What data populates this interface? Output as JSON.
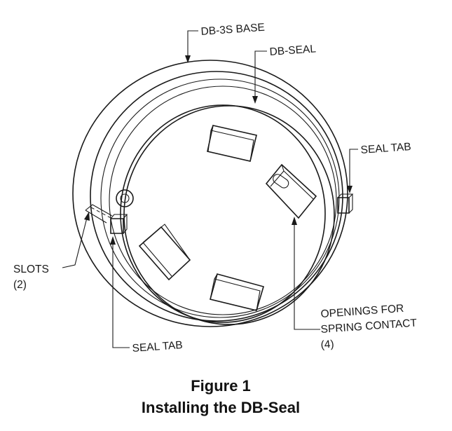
{
  "labels": {
    "base": "DB-3S BASE",
    "seal": "DB-SEAL",
    "seal_tab_right": "SEAL TAB",
    "slots_line1": "SLOTS",
    "slots_line2": "(2)",
    "openings_line1": "OPENINGS FOR",
    "openings_line2": "SPRING CONTACT",
    "openings_line3": "(4)",
    "seal_tab_bottom": "SEAL TAB"
  },
  "caption": {
    "line1": "Figure 1",
    "line2": "Installing the DB-Seal"
  }
}
